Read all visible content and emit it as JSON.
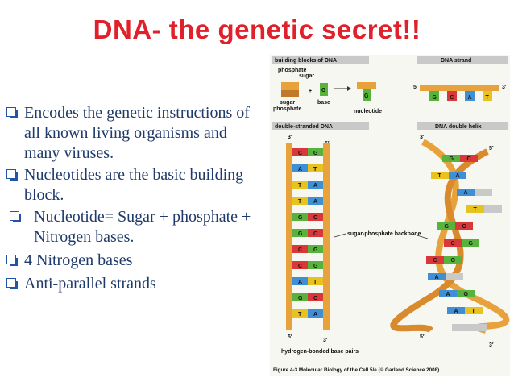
{
  "slide": {
    "title": "DNA- the genetic secret!!",
    "bullets": [
      "Encodes the genetic instructions of all known living organisms and many viruses.",
      "Nucleotides are the basic building block.",
      "Nucleotide= Sugar + phosphate + Nitrogen bases.",
      "4 Nitrogen bases",
      "Anti-parallel strands"
    ]
  },
  "figure": {
    "panels": {
      "building_blocks": "building blocks of DNA",
      "dna_strand": "DNA strand",
      "double_stranded": "double-stranded DNA",
      "double_helix": "DNA double helix"
    },
    "labels": {
      "phosphate": "phosphate",
      "sugar": "sugar",
      "sugar_phosphate": "sugar phosphate",
      "base": "base",
      "nucleotide": "nucleotide",
      "plus": "+",
      "base_G": "G",
      "backbone": "sugar-phosphate backbone",
      "hbond": "hydrogen-bonded base pairs",
      "five_prime": "5′",
      "three_prime": "3′"
    },
    "strand_bases": [
      "G",
      "C",
      "A",
      "T"
    ],
    "ds_pairs": [
      [
        "C",
        "G"
      ],
      [
        "A",
        "T"
      ],
      [
        "T",
        "A"
      ],
      [
        "T",
        "A"
      ],
      [
        "G",
        "C"
      ],
      [
        "G",
        "C"
      ],
      [
        "C",
        "G"
      ],
      [
        "C",
        "G"
      ],
      [
        "A",
        "T"
      ],
      [
        "G",
        "C"
      ],
      [
        "T",
        "A"
      ]
    ],
    "helix_pairs": [
      [
        "G",
        "C"
      ],
      [
        "T",
        "A"
      ],
      [
        "A",
        ""
      ],
      [
        "T",
        ""
      ],
      [
        "G",
        "C"
      ],
      [
        "C",
        "G"
      ],
      [
        "C",
        "G"
      ],
      [
        "A",
        ""
      ],
      [
        "A",
        "G"
      ],
      [
        "A",
        "T"
      ],
      [
        "",
        ""
      ]
    ],
    "caption": "Figure 4-3  Molecular Biology of the Cell 5/e (© Garland Science 2008)",
    "colors": {
      "A": "#3f8fd6",
      "T": "#e8c21e",
      "G": "#58b33c",
      "C": "#d9383a",
      "backbone": "#e8a23c",
      "header": "#c9c9c9"
    }
  }
}
